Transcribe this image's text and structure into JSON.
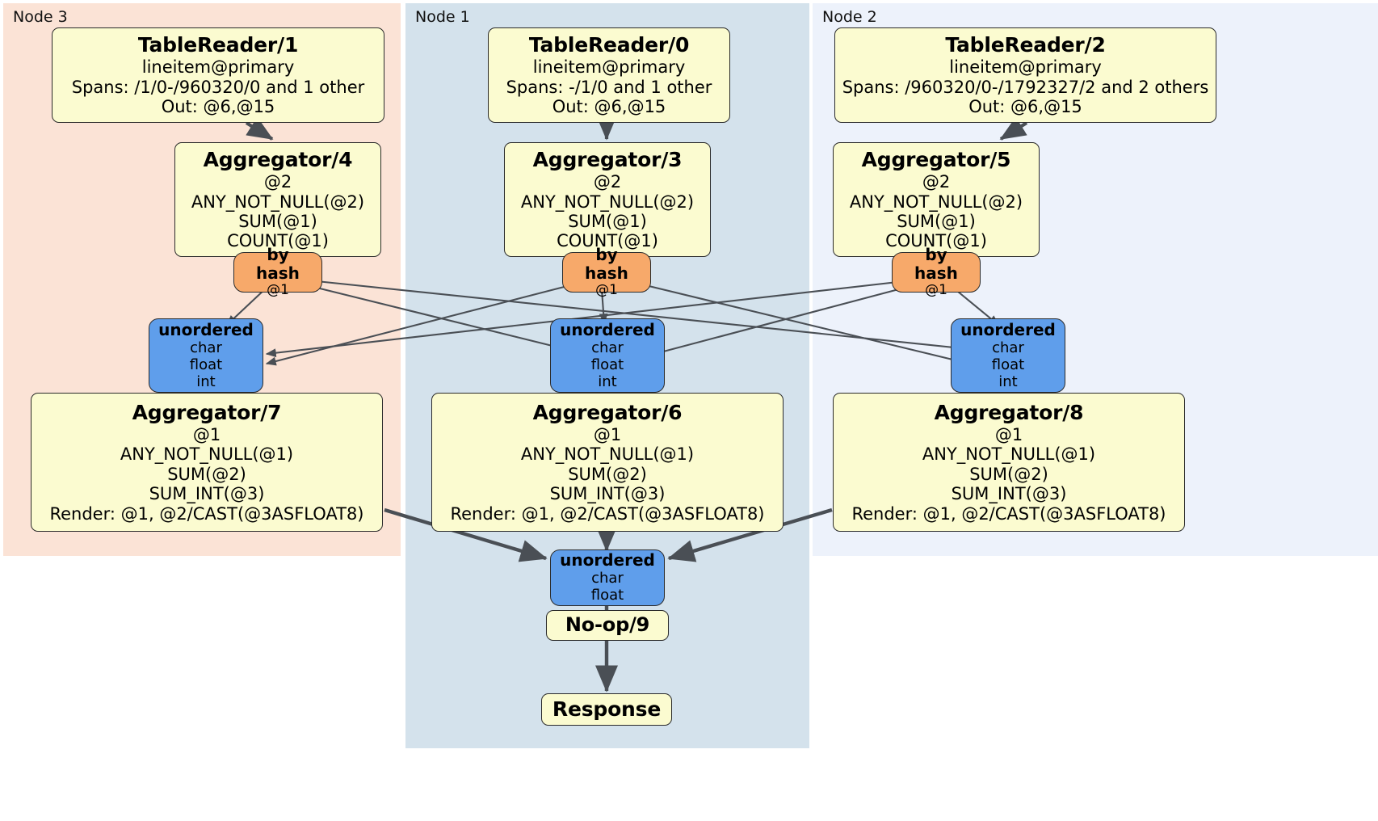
{
  "diagram": {
    "title": "Distributed query execution plan",
    "type": "dag",
    "colors": {
      "node3_panel": "#fbe3d6",
      "node1_panel": "#d4e2ec",
      "node2_panel": "#edf2fb",
      "processor_box": "#fbfbd0",
      "router_box": "#f7a96a",
      "sync_box": "#5f9eeb",
      "edge": "#4a4f55",
      "border": "#2b2b2b"
    }
  },
  "panels": [
    {
      "id": "node3",
      "label": "Node 3"
    },
    {
      "id": "node1",
      "label": "Node 1"
    },
    {
      "id": "node2",
      "label": "Node 2"
    }
  ],
  "nodes": {
    "tablereader_1": {
      "title": "TableReader/1",
      "line1": "lineitem@primary",
      "line2": "Spans: /1/0-/960320/0 and 1 other",
      "line3": "Out: @6,@15"
    },
    "tablereader_0": {
      "title": "TableReader/0",
      "line1": "lineitem@primary",
      "line2": "Spans: -/1/0 and 1 other",
      "line3": "Out: @6,@15"
    },
    "tablereader_2": {
      "title": "TableReader/2",
      "line1": "lineitem@primary",
      "line2": "Spans: /960320/0-/1792327/2 and 2 others",
      "line3": "Out: @6,@15"
    },
    "aggregator_4": {
      "title": "Aggregator/4",
      "line1": "@2",
      "line2": "ANY_NOT_NULL(@2)",
      "line3": "SUM(@1)",
      "line4": "COUNT(@1)"
    },
    "aggregator_3": {
      "title": "Aggregator/3",
      "line1": "@2",
      "line2": "ANY_NOT_NULL(@2)",
      "line3": "SUM(@1)",
      "line4": "COUNT(@1)"
    },
    "aggregator_5": {
      "title": "Aggregator/5",
      "line1": "@2",
      "line2": "ANY_NOT_NULL(@2)",
      "line3": "SUM(@1)",
      "line4": "COUNT(@1)"
    },
    "hash_left": {
      "title": "by hash",
      "line1": "@1"
    },
    "hash_mid": {
      "title": "by hash",
      "line1": "@1"
    },
    "hash_right": {
      "title": "by hash",
      "line1": "@1"
    },
    "unordered_left": {
      "title": "unordered",
      "line1": "char",
      "line2": "float",
      "line3": "int"
    },
    "unordered_mid": {
      "title": "unordered",
      "line1": "char",
      "line2": "float",
      "line3": "int"
    },
    "unordered_right": {
      "title": "unordered",
      "line1": "char",
      "line2": "float",
      "line3": "int"
    },
    "aggregator_7": {
      "title": "Aggregator/7",
      "line1": "@1",
      "line2": "ANY_NOT_NULL(@1)",
      "line3": "SUM(@2)",
      "line4": "SUM_INT(@3)",
      "line5": "Render: @1, @2/CAST(@3ASFLOAT8)"
    },
    "aggregator_6": {
      "title": "Aggregator/6",
      "line1": "@1",
      "line2": "ANY_NOT_NULL(@1)",
      "line3": "SUM(@2)",
      "line4": "SUM_INT(@3)",
      "line5": "Render: @1, @2/CAST(@3ASFLOAT8)"
    },
    "aggregator_8": {
      "title": "Aggregator/8",
      "line1": "@1",
      "line2": "ANY_NOT_NULL(@1)",
      "line3": "SUM(@2)",
      "line4": "SUM_INT(@3)",
      "line5": "Render: @1, @2/CAST(@3ASFLOAT8)"
    },
    "unordered_final": {
      "title": "unordered",
      "line1": "char",
      "line2": "float"
    },
    "noop_9": {
      "title": "No-op/9"
    },
    "response": {
      "title": "Response"
    }
  }
}
